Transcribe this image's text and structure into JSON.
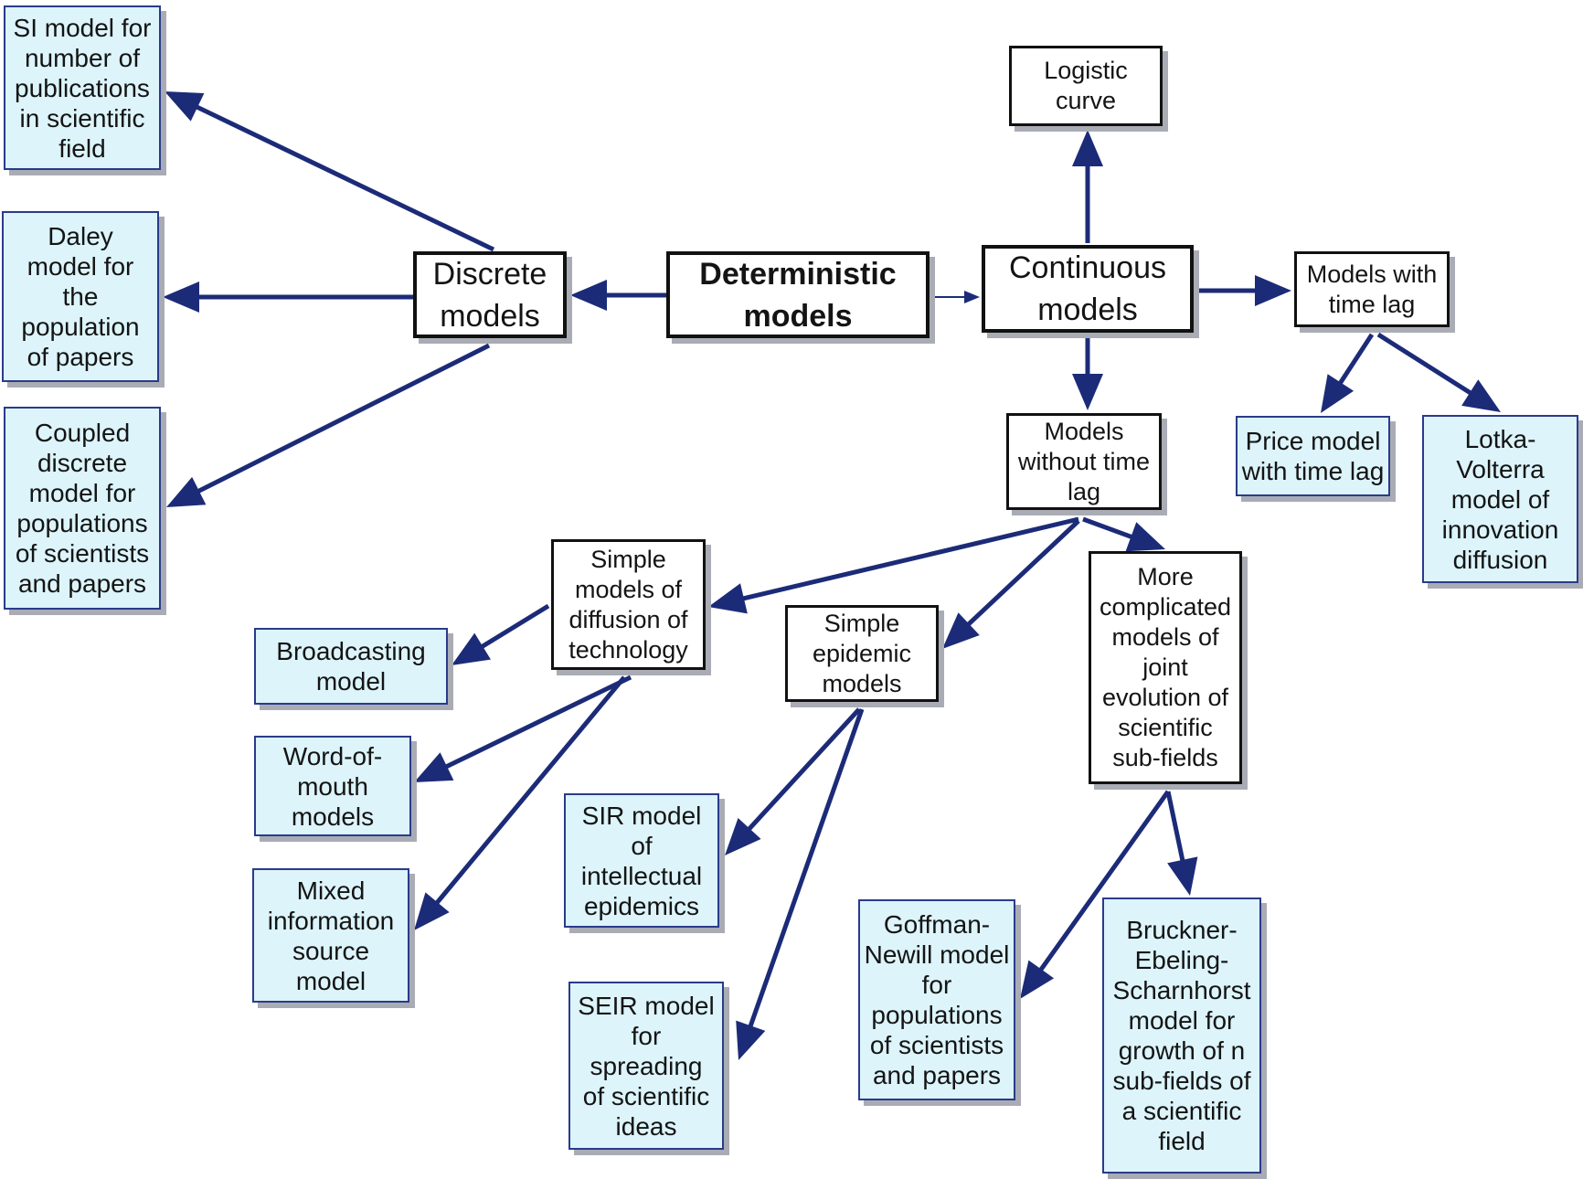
{
  "diagram": {
    "colors": {
      "edge": "#1c2b78",
      "leaf_fill": "#dcf4fa",
      "leaf_border": "#2a3b8a",
      "group_border": "#111111",
      "shadow": "#a9acb4"
    },
    "nodes": {
      "deterministic": {
        "label": "Deterministic\nmodels"
      },
      "discrete": {
        "label": "Discrete\nmodels"
      },
      "continuous": {
        "label": "Continuous\nmodels"
      },
      "logistic": {
        "label": "Logistic\ncurve"
      },
      "time_lag": {
        "label": "Models with\ntime lag"
      },
      "without_lag": {
        "label": "Models\nwithout time\nlag"
      },
      "si_model": {
        "label": "SI model for\nnumber of\npublications\nin scientific\nfield"
      },
      "daley": {
        "label": "Daley\nmodel for\nthe\npopulation\nof papers"
      },
      "coupled": {
        "label": "Coupled\ndiscrete\nmodel for\npopulations\nof scientists\nand papers"
      },
      "price": {
        "label": "Price model\nwith time lag"
      },
      "lotka": {
        "label": "Lotka-\nVolterra\nmodel of\ninnovation\ndiffusion"
      },
      "simple_diffusion": {
        "label": "Simple\nmodels of\ndiffusion of\ntechnology"
      },
      "simple_epidemic": {
        "label": "Simple\nepidemic\nmodels"
      },
      "complicated": {
        "label": "More\ncomplicated\nmodels of\njoint\nevolution of\nscientific\nsub-fields"
      },
      "broadcasting": {
        "label": "Broadcasting\nmodel"
      },
      "word_of_mouth": {
        "label": "Word-of-\nmouth\nmodels"
      },
      "mixed": {
        "label": "Mixed\ninformation\nsource\nmodel"
      },
      "sir": {
        "label": "SIR model\nof\nintellectual\nepidemics"
      },
      "seir": {
        "label": "SEIR model\nfor\nspreading\nof scientific\nideas"
      },
      "goffman": {
        "label": "Goffman-\nNewill model\nfor\npopulations\nof scientists\nand papers"
      },
      "bruckner": {
        "label": "Bruckner-\nEbeling-\nScharnhorst\nmodel for\ngrowth of n\nsub-fields of\na scientific\nfield"
      }
    }
  }
}
